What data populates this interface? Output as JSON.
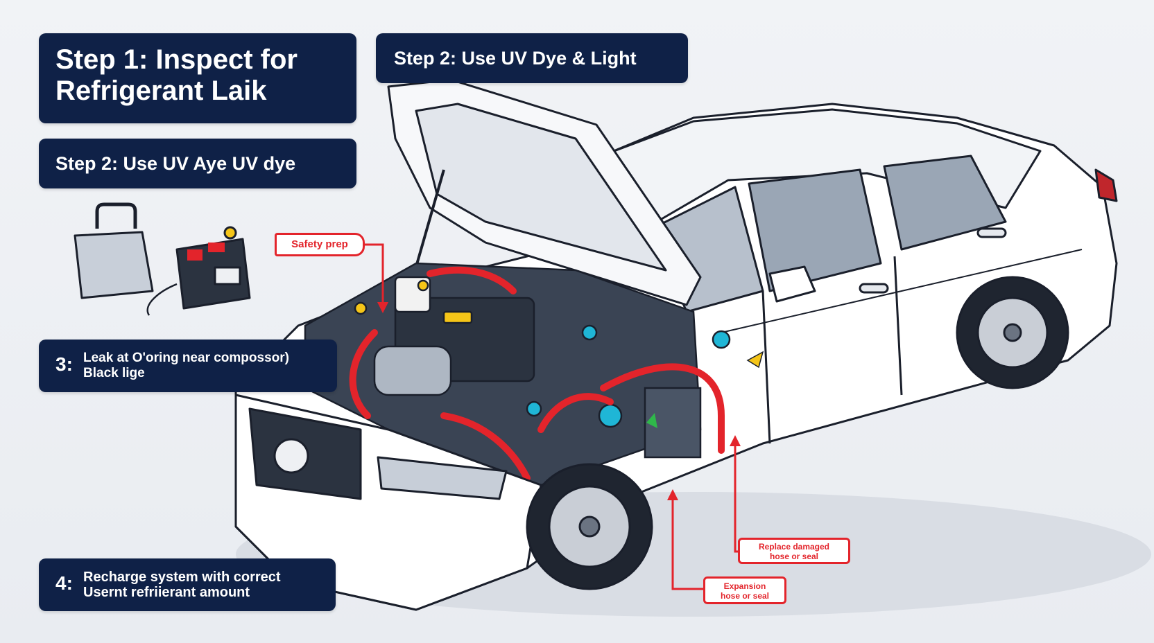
{
  "steps": {
    "step1": {
      "line1": "Step 1: Inspect for",
      "line2": "Refrigerant Laik"
    },
    "step2_left": "Step 2: Use UV Aye UV dye",
    "step2_top": "Step 2: Use UV Dye & Light",
    "step3": {
      "number": "3:",
      "line1": "Leak at O'oring near compossor)",
      "line2": "Black lige"
    },
    "step4": {
      "number": "4:",
      "line1": "Recharge system with correct",
      "line2": "Usernt refriierant amount"
    }
  },
  "callouts": {
    "safety": "Safety prep",
    "replace": {
      "line1": "Replace damaged",
      "line2": "hose or seal"
    },
    "expansion": {
      "line1": "Expansion",
      "line2": "hose or seal"
    }
  },
  "colors": {
    "panel": "#0f2147",
    "callout": "#e3242b",
    "hose": "#e3242b",
    "car_body": "#ffffff",
    "accent_yellow": "#f5c518",
    "accent_cyan": "#1fb6d6"
  },
  "icons": [
    "uv-light-icon",
    "dye-kit-icon",
    "arrow-icon"
  ]
}
